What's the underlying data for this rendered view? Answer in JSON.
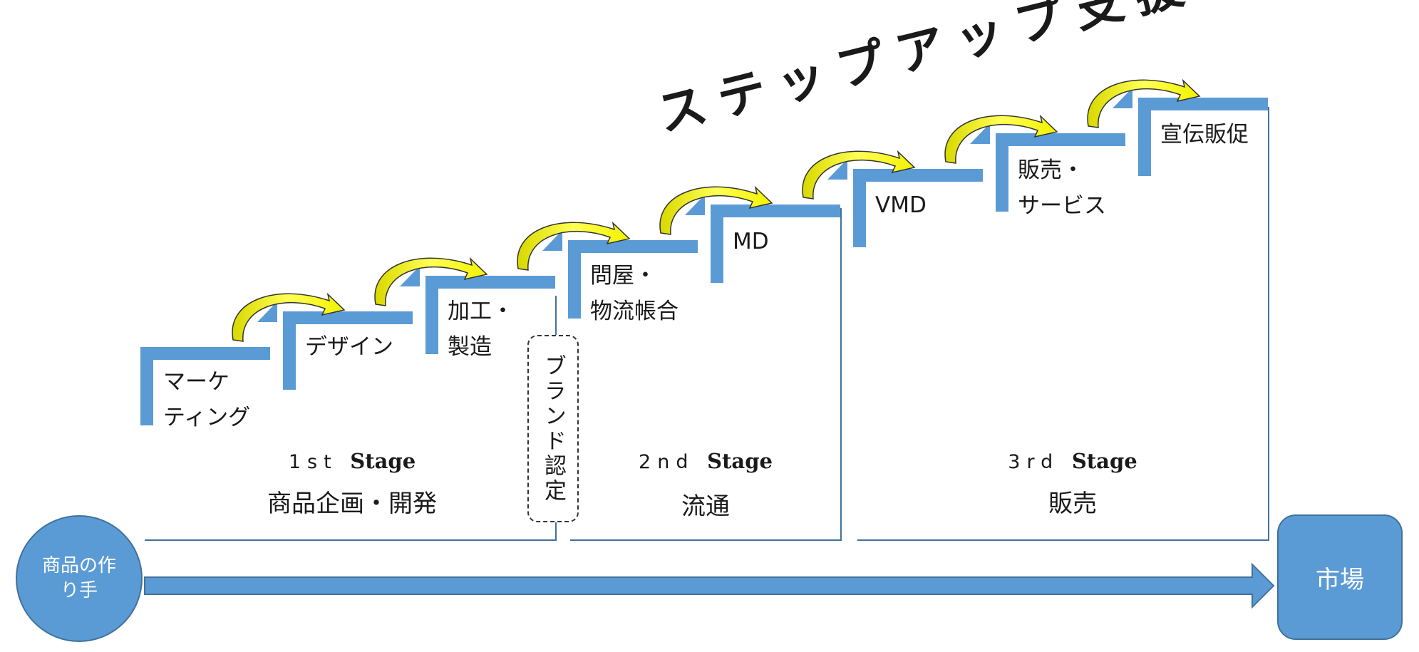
{
  "title": "ステップアップ支援",
  "maker_label": "商品の作り手",
  "market_label": "市場",
  "steps": [
    {
      "label": "マーケティング",
      "lines": [
        "マーケ",
        "ティング"
      ]
    },
    {
      "label": "デザイン",
      "lines": [
        "デザイン"
      ]
    },
    {
      "label": "加工・製造",
      "lines": [
        "加工・",
        "製造"
      ]
    },
    {
      "label": "問屋・物流帳合",
      "lines": [
        "問屋・",
        "物流帳合"
      ]
    },
    {
      "label": "MD",
      "lines": [
        "MD"
      ]
    },
    {
      "label": "VMD",
      "lines": [
        "VMD"
      ]
    },
    {
      "label": "販売・サービス",
      "lines": [
        "販売・",
        "サービス"
      ]
    },
    {
      "label": "宣伝販促",
      "lines": [
        "宣伝販促"
      ]
    }
  ],
  "brand": {
    "label": "ブランド認定"
  },
  "stages": [
    {
      "number": "1st",
      "word": "Stage",
      "name": "商品企画・開発"
    },
    {
      "number": "2nd",
      "word": "Stage",
      "name": "流通"
    },
    {
      "number": "3rd",
      "word": "Stage",
      "name": "販売"
    }
  ],
  "colors": {
    "step_blue": "#5b9bd5",
    "arrow_yellow": "#ffff33",
    "line": "#41719c"
  }
}
